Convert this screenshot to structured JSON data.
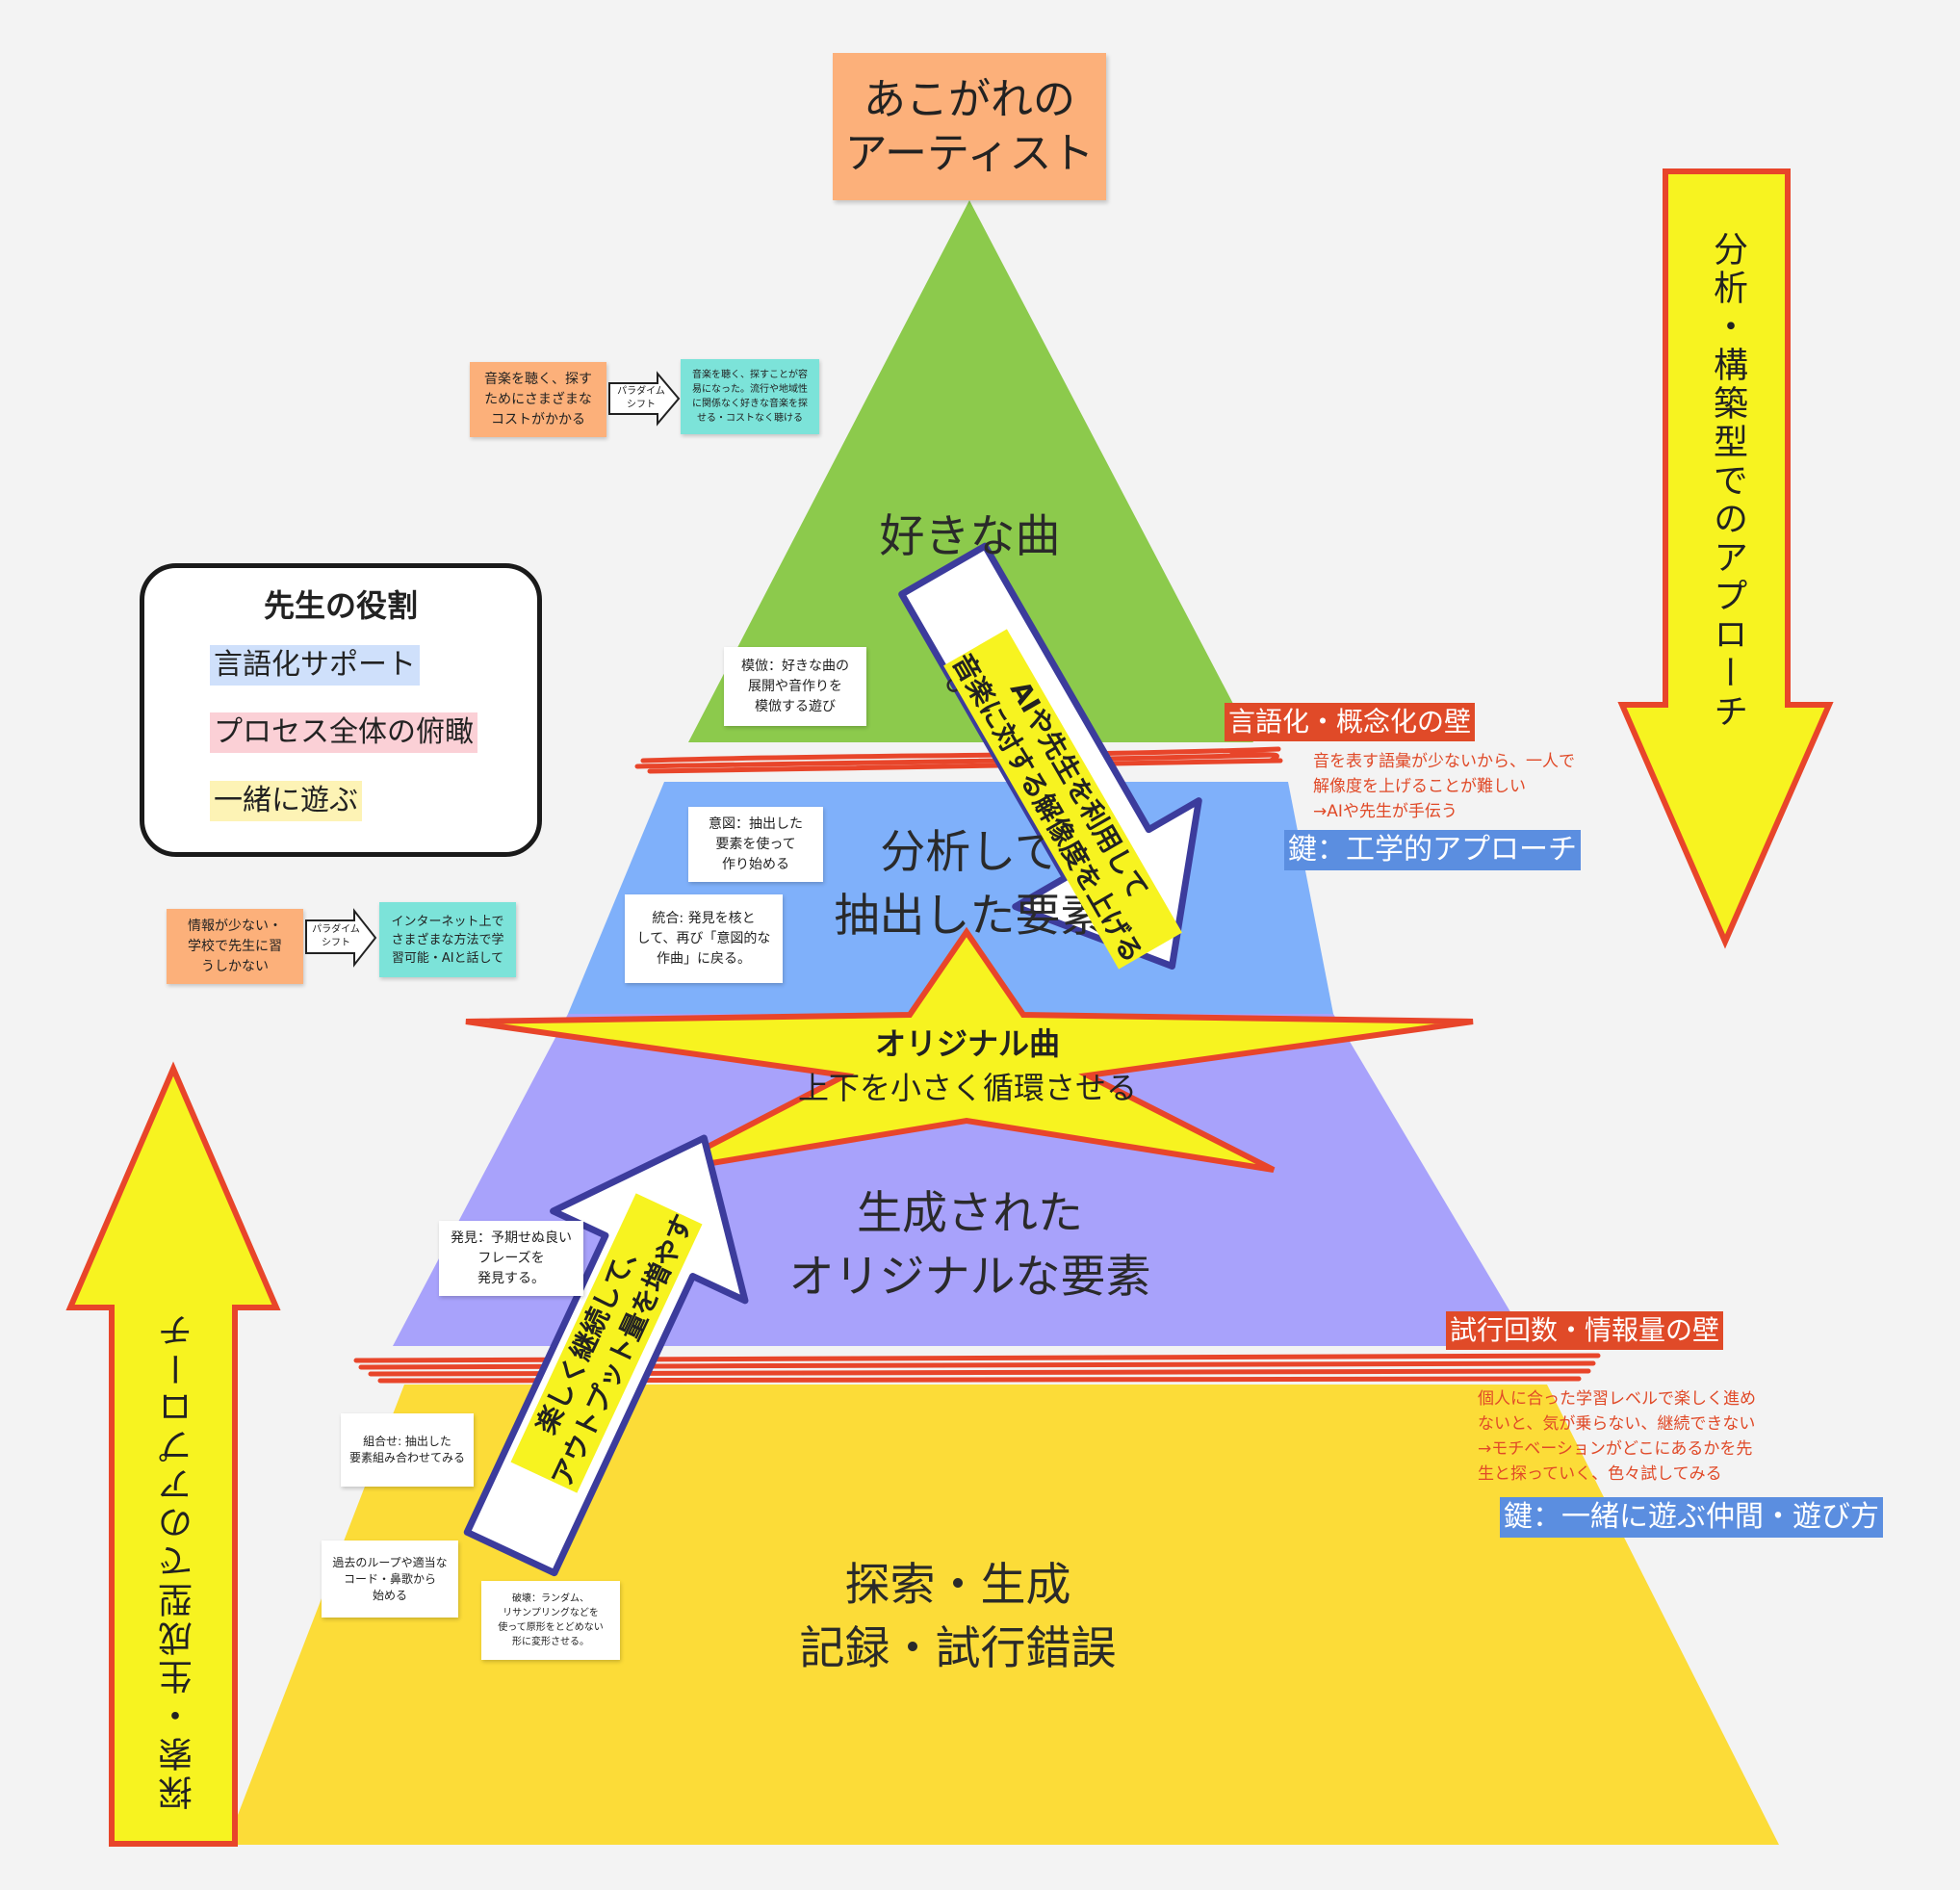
{
  "top_box": {
    "text": "あこがれの\nアーティスト"
  },
  "pyramid": {
    "level1_text": "好きな曲",
    "level1_sub": "。",
    "level2_text": "分析して\n抽出した要素",
    "level3_text": "生成された\nオリジナルな要素",
    "level4_text": "探索・生成\n記録・試行錯誤"
  },
  "star": {
    "title": "オリジナル曲",
    "subtitle": "上下を小さく循環させる"
  },
  "arrow_down_right": {
    "text": "AIや先生を利用して\n音楽に対する解像度を上げる"
  },
  "arrow_up_right": {
    "text": "楽しく継続して、\nアウトプット量を増やす"
  },
  "right_arrow": {
    "text": "分析・構築型でのアプローチ"
  },
  "left_arrow": {
    "text": "探索・生成型でのアプローチ"
  },
  "teacher_role": {
    "title": "先生の役割",
    "items": [
      {
        "label": "言語化サポート",
        "color": "#cfe0fb"
      },
      {
        "label": "プロセス全体の俯瞰",
        "color": "#fbd0d6"
      },
      {
        "label": "一緒に遊ぶ",
        "color": "#fdf3b5"
      }
    ]
  },
  "walls": {
    "upper": {
      "label": "言語化・概念化の壁",
      "note": "音を表す語彙が少ないから、一人で\n解像度を上げることが難しい\n→AIや先生が手伝う",
      "key": "鍵：工学的アプローチ"
    },
    "lower": {
      "label": "試行回数・情報量の壁",
      "note": "個人に合った学習レベルで楽しく進め\nないと、気が乗らない、継続できない\n→モチベーションがどこにあるかを先\n生と探っていく、色々試してみる",
      "key": "鍵：一緒に遊ぶ仲間・遊び方"
    }
  },
  "paradigm_top": {
    "before": "音楽を聴く、探す\nためにさまざまな\nコストがかかる",
    "shift": "パラダイム\nシフト",
    "after": "音楽を聴く、探すことが容\n易になった。流行や地域性\nに関係なく好きな音楽を探\nせる・コストなく聴ける"
  },
  "paradigm_mid": {
    "before": "情報が少ない・\n学校で先生に習\nうしかない",
    "shift": "パラダイム\nシフト",
    "after": "インターネット上で\nさまざまな方法で学\n習可能・AIと話して"
  },
  "notes": {
    "imitation": "模倣：好きな曲の\n展開や音作りを\n模倣する遊び",
    "intent": "意図：抽出した\n要素を使って\n作り始める",
    "integrate": "統合: 発見を核と\nして、再び「意図的な\n作曲」に戻る。",
    "discover": "発見：予期せぬ良い\nフレーズを\n発見する。",
    "combine": "組合せ: 抽出した\n要素組み合わせてみる",
    "loop": "過去のループや適当な\nコード・鼻歌から\n始める",
    "destroy": "破壊：ランダム、\nリサンプリングなどを\n使って原形をとどめない\n形に変形させる。"
  },
  "colors": {
    "green": "#8cca4c",
    "blue": "#7fb0fa",
    "purple": "#a8a2fb",
    "yellow": "#fcdc38",
    "arrow_yellow": "#f7f320",
    "arrow_red": "#e8452a",
    "arrow_navy": "#3c3c9c",
    "wall_red": "#e04a28",
    "key_blue": "#5b8ee0"
  }
}
